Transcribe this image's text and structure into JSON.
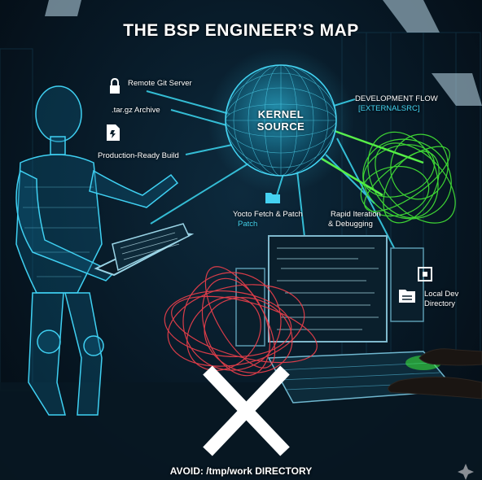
{
  "title": "THE BSP ENGINEER’S MAP",
  "kernel": {
    "line1": "KERNEL",
    "line2": "SOURCE"
  },
  "left_labels": {
    "remote_git": "Remote Git Server",
    "archive": ".tar.gz Archive",
    "production": "Production-Ready Build"
  },
  "yocto": {
    "line1": "Yocto Fetch & Patch",
    "line2": "Patch"
  },
  "dev_flow": {
    "line1": "DEVELOPMENT FLOW",
    "line2": "[EXTERNALSRC]"
  },
  "rapid": {
    "line1": "Rapid Iteration",
    "line2": "& Debugging"
  },
  "local_dev": {
    "line1": "Local Dev",
    "line2": "Directory"
  },
  "avoid": "AVOID: /tmp/work DIRECTORY",
  "icons": [
    "lock-icon",
    "file-icon",
    "folder-icon",
    "folder-icon",
    "network-icon",
    "x-mark-icon",
    "sparkle-icon"
  ],
  "colors": {
    "accent": "#34c8ec",
    "green": "#3cf03c",
    "red": "#f0404c",
    "background": "#06121c"
  }
}
